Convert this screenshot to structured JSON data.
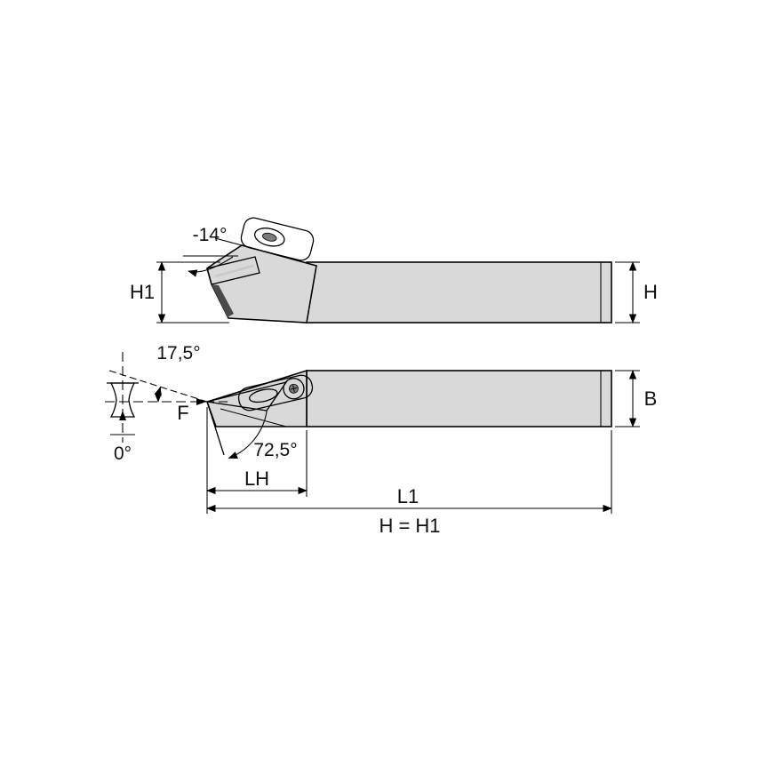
{
  "drawing": {
    "background": "#ffffff",
    "body_fill": "#d9d9d9",
    "insert_fill": "#4a4a4a",
    "insert_plan_fill": "#cfcfcf",
    "outline_color": "#000000"
  },
  "side_view": {
    "head_tilt_angle": "-14°",
    "height_left_label": "H1",
    "height_right_label": "H"
  },
  "plan_view": {
    "edge_angle_label": "17,5°",
    "tip_reference_label": "F",
    "inclination_angle_label": "0°",
    "lead_angle_label": "72,5°",
    "shank_width_label": "B",
    "head_length_label": "LH",
    "overall_length_label": "L1",
    "height_equality_note": "H = H1"
  }
}
